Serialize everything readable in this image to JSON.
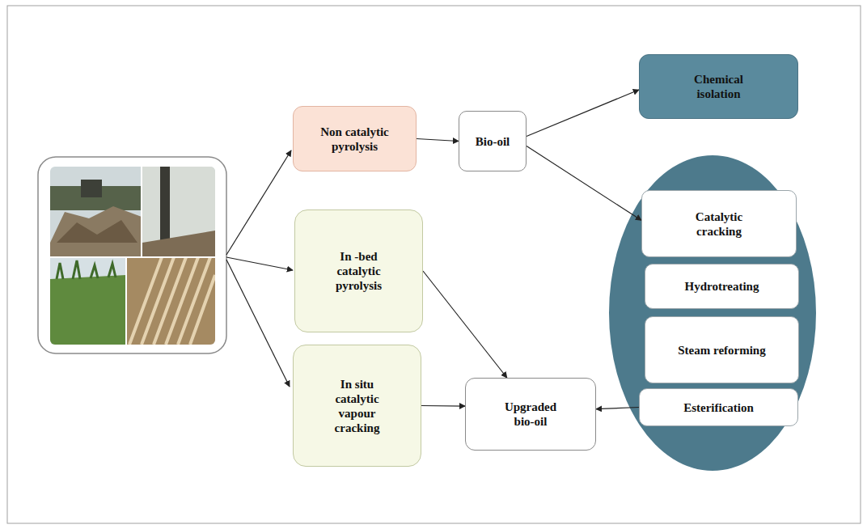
{
  "diagram": {
    "nodes": [
      {
        "text": [
          "Non catalytic pyrolysis"
        ]
      },
      {
        "text": [
          "Bio-oil"
        ]
      },
      {
        "text": [
          "Chemical isolation"
        ]
      },
      {
        "text": [
          "Catalytic cracking"
        ]
      },
      {
        "text": [
          "Hydrotreating"
        ]
      },
      {
        "text": [
          "Steam reforming"
        ]
      },
      {
        "text": [
          "Esterification"
        ]
      },
      {
        "text": [
          "In -bed catalytic pyrolysis"
        ]
      },
      {
        "text": [
          "In situ catalytic vapour cracking"
        ]
      },
      {
        "text": [
          "Upgraded bio-oil"
        ]
      }
    ],
    "edges": [
      {
        "from": 0,
        "to": 1,
        "arrow": "to"
      },
      {
        "from": 1,
        "to": 2,
        "arrow": "to"
      },
      {
        "from": 1,
        "to": 3,
        "arrow": "to"
      },
      {
        "from": 7,
        "to": 9,
        "arrow": "to"
      },
      {
        "from": 8,
        "to": 9,
        "arrow": "to"
      },
      {
        "from": 6,
        "to": 9,
        "arrow": "to"
      }
    ]
  }
}
